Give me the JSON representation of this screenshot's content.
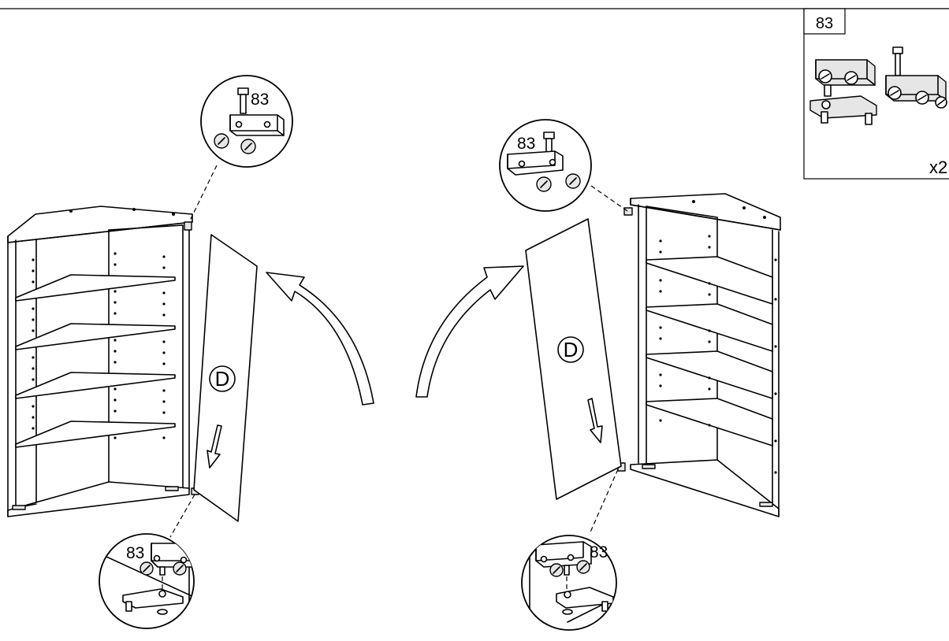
{
  "parts_box": {
    "part_number": "83",
    "quantity": "x2"
  },
  "left_step": {
    "top_hinge_label": "83",
    "bottom_hinge_label": "83",
    "door_letter": "D"
  },
  "right_step": {
    "top_hinge_label": "83",
    "bottom_hinge_label": "83",
    "door_letter": "D"
  }
}
